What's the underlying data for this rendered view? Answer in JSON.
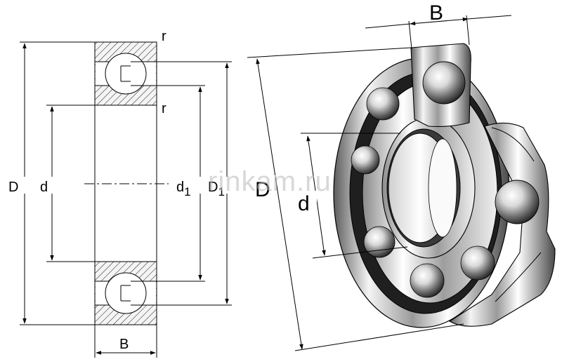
{
  "section_view": {
    "labels": {
      "outer_diameter": "D",
      "bore_diameter": "d",
      "shoulder_inner": "d",
      "shoulder_inner_sub": "1",
      "shoulder_outer": "D",
      "shoulder_outer_sub": "1",
      "width": "B",
      "radius_top": "r",
      "radius_mid": "r"
    }
  },
  "iso_view": {
    "labels": {
      "width": "B",
      "outer_diameter": "D",
      "bore_diameter": "d"
    }
  },
  "watermark": "rinkam.ru",
  "colors": {
    "line": "#000000",
    "hatch_fill": "#f4f4f4",
    "steel_light": "#f2f2f2",
    "steel_mid": "#a9a9a9",
    "steel_dark": "#2a2a2a"
  }
}
